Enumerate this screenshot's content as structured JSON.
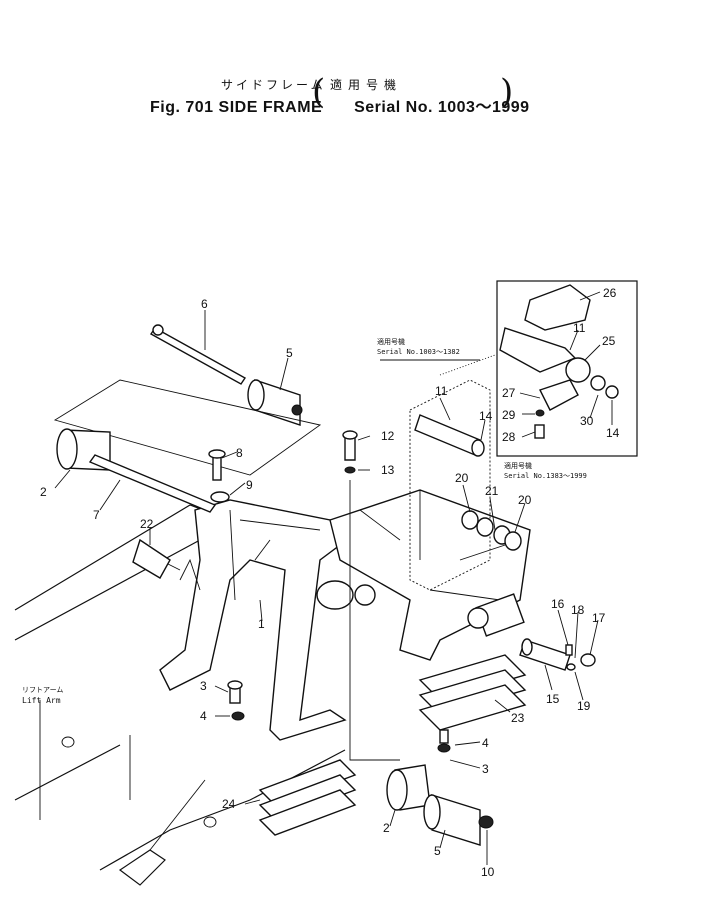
{
  "title": {
    "jp_name": "サイドフレーム",
    "jp_serial": "適用号機",
    "fig_label": "Fig. 701  SIDE  FRAME",
    "serial_range": "Serial No. 1003～1999"
  },
  "notes": {
    "serial_upper_jp": "適用号機",
    "serial_upper": "Serial No.1003～1382",
    "serial_lower_jp": "適用号機",
    "serial_lower": "Serial No.1383～1999",
    "lift_arm_jp": "リフトアーム",
    "lift_arm": "Lift Arm"
  },
  "callouts": [
    {
      "id": "c-6",
      "text": "6"
    },
    {
      "id": "c-5a",
      "text": "5"
    },
    {
      "id": "c-2a",
      "text": "2"
    },
    {
      "id": "c-7",
      "text": "7"
    },
    {
      "id": "c-8",
      "text": "8"
    },
    {
      "id": "c-9",
      "text": "9"
    },
    {
      "id": "c-22",
      "text": "22"
    },
    {
      "id": "c-1",
      "text": "1"
    },
    {
      "id": "c-3a",
      "text": "3"
    },
    {
      "id": "c-4a",
      "text": "4"
    },
    {
      "id": "c-24",
      "text": "24"
    },
    {
      "id": "c-12",
      "text": "12"
    },
    {
      "id": "c-13",
      "text": "13"
    },
    {
      "id": "c-11a",
      "text": "11"
    },
    {
      "id": "c-14a",
      "text": "14"
    },
    {
      "id": "c-20a",
      "text": "20"
    },
    {
      "id": "c-21",
      "text": "21"
    },
    {
      "id": "c-20b",
      "text": "20"
    },
    {
      "id": "c-26",
      "text": "26"
    },
    {
      "id": "c-11b",
      "text": "11"
    },
    {
      "id": "c-25",
      "text": "25"
    },
    {
      "id": "c-27",
      "text": "27"
    },
    {
      "id": "c-29",
      "text": "29"
    },
    {
      "id": "c-28",
      "text": "28"
    },
    {
      "id": "c-30",
      "text": "30"
    },
    {
      "id": "c-14b",
      "text": "14"
    },
    {
      "id": "c-16",
      "text": "16"
    },
    {
      "id": "c-18",
      "text": "18"
    },
    {
      "id": "c-17",
      "text": "17"
    },
    {
      "id": "c-15",
      "text": "15"
    },
    {
      "id": "c-19",
      "text": "19"
    },
    {
      "id": "c-23",
      "text": "23"
    },
    {
      "id": "c-4b",
      "text": "4"
    },
    {
      "id": "c-3b",
      "text": "3"
    },
    {
      "id": "c-2b",
      "text": "2"
    },
    {
      "id": "c-5b",
      "text": "5"
    },
    {
      "id": "c-10",
      "text": "10"
    }
  ]
}
